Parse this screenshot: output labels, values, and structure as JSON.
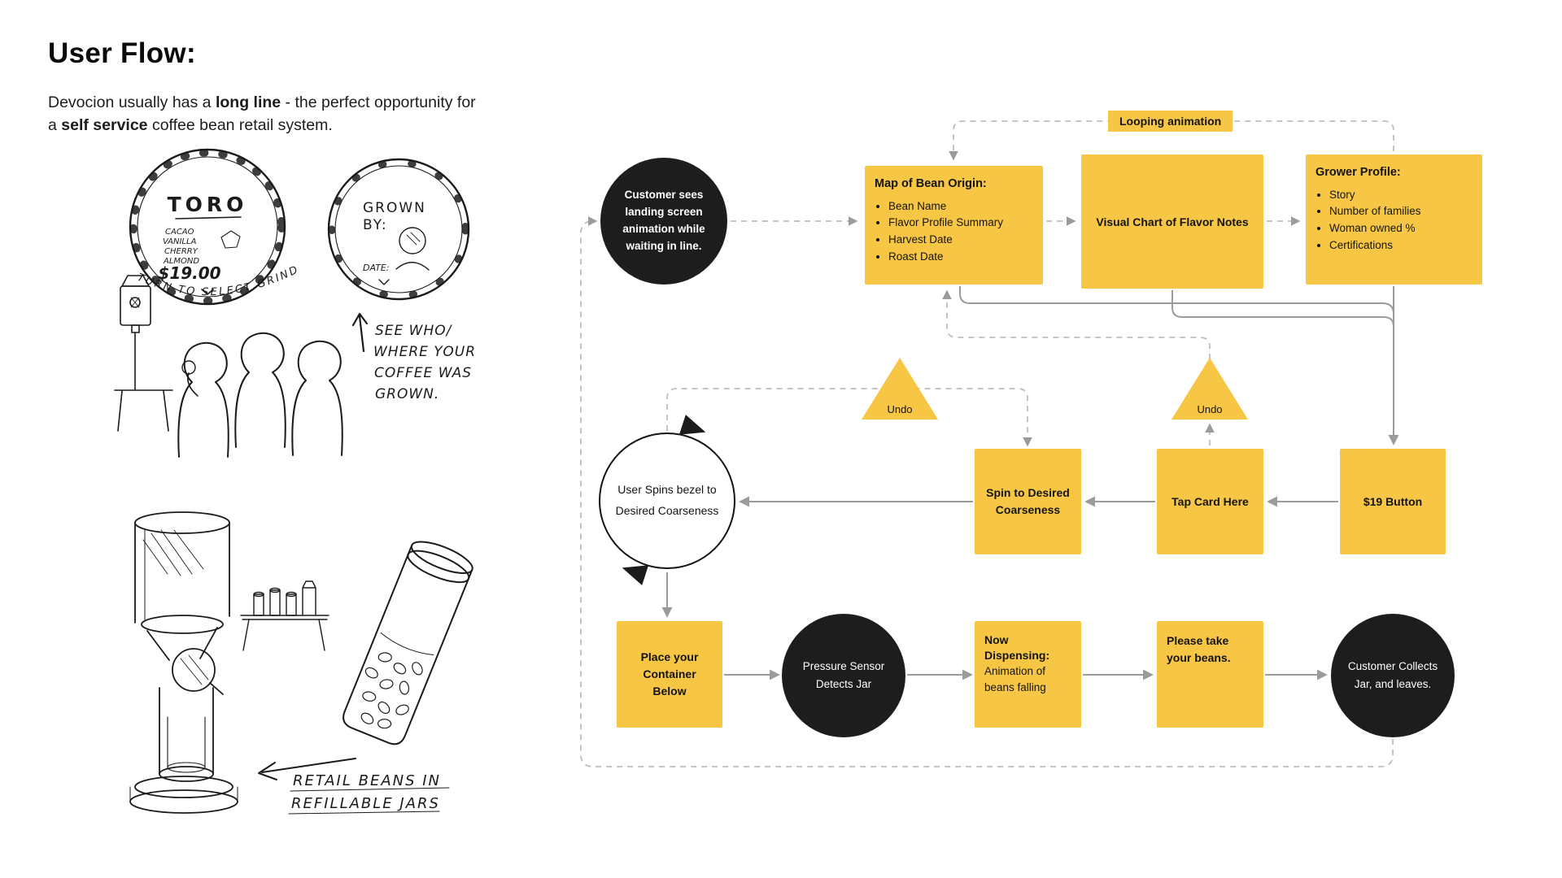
{
  "colors": {
    "yellow": "#F7C644",
    "ink": "#1B1B1B",
    "wire": "#9B9B9B",
    "wireLight": "#BDBDBD"
  },
  "header": {
    "title": "User Flow:",
    "intro": {
      "l1a": "Devocion usually has a ",
      "l1b": "long line",
      "l1c": " - the perfect opportunity for",
      "l2a": "a ",
      "l2b": "self service",
      "l2c": " coffee bean retail system."
    }
  },
  "sketch": {
    "lid1": {
      "name": "TORO",
      "flavors": [
        "CACAO",
        "VANILLA",
        "CHERRY",
        "ALMOND"
      ],
      "price": "$19.00",
      "caption": "TURN TO SELECT GRIND"
    },
    "lid2": {
      "line1": "GROWN",
      "line2": "BY:",
      "date": "DATE:"
    },
    "note_top": [
      "SEE WHO/",
      "WHERE YOUR",
      "COFFEE WAS",
      "GROWN."
    ],
    "note_bottom": [
      "RETAIL BEANS IN",
      "REFILLABLE JARS"
    ]
  },
  "flow": {
    "looping": "Looping animation",
    "start": "Customer sees landing screen animation while waiting in line.",
    "map": {
      "title": "Map of Bean Origin:",
      "items": [
        "Bean Name",
        "Flavor Profile Summary",
        "Harvest Date",
        "Roast Date"
      ]
    },
    "chart": "Visual Chart of Flavor Notes",
    "grower": {
      "title": "Grower Profile:",
      "items": [
        "Story",
        "Number of families",
        "Woman owned %",
        "Certifications"
      ]
    },
    "bezel": "User Spins bezel to Desired Coarseness",
    "undo1": "Undo",
    "undo2": "Undo",
    "spin": "Spin to Desired Coarseness",
    "tap": "Tap Card Here",
    "btn": "$19 Button",
    "place": "Place your Container Below",
    "pressure": "Pressure Sensor Detects Jar",
    "dispense": {
      "title": "Now Dispensing:",
      "lines": [
        "Animation of",
        "beans falling"
      ]
    },
    "take": "Please take your beans.",
    "collect": "Customer Collects Jar, and leaves."
  }
}
